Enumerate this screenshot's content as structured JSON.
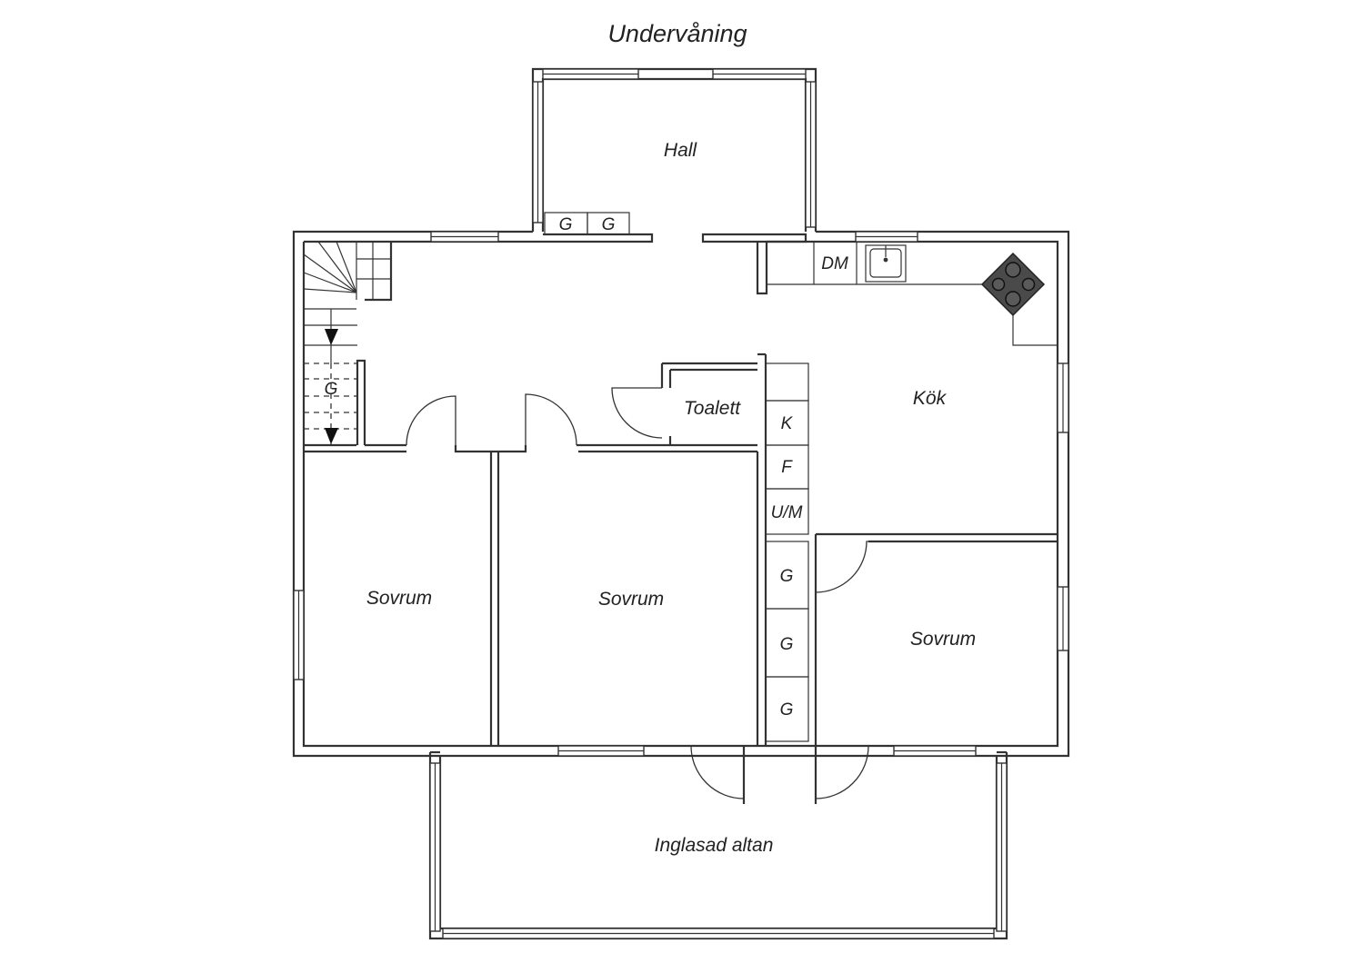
{
  "title": "Undervåning",
  "rooms": {
    "hall": "Hall",
    "kok": "Kök",
    "toalett": "Toalett",
    "sovrum_1": "Sovrum",
    "sovrum_2": "Sovrum",
    "sovrum_3": "Sovrum",
    "altan": "Inglasad altan"
  },
  "fixtures": {
    "hall_closet_1": "G",
    "hall_closet_2": "G",
    "stair_closet": "G",
    "dishwasher": "DM",
    "fridge": "K",
    "freezer": "F",
    "oven_micro": "U/M",
    "wardrobe_1": "G",
    "wardrobe_2": "G",
    "wardrobe_3": "G"
  },
  "icons": [
    "stair-arrow-icon",
    "sink-icon",
    "stove-icon"
  ]
}
